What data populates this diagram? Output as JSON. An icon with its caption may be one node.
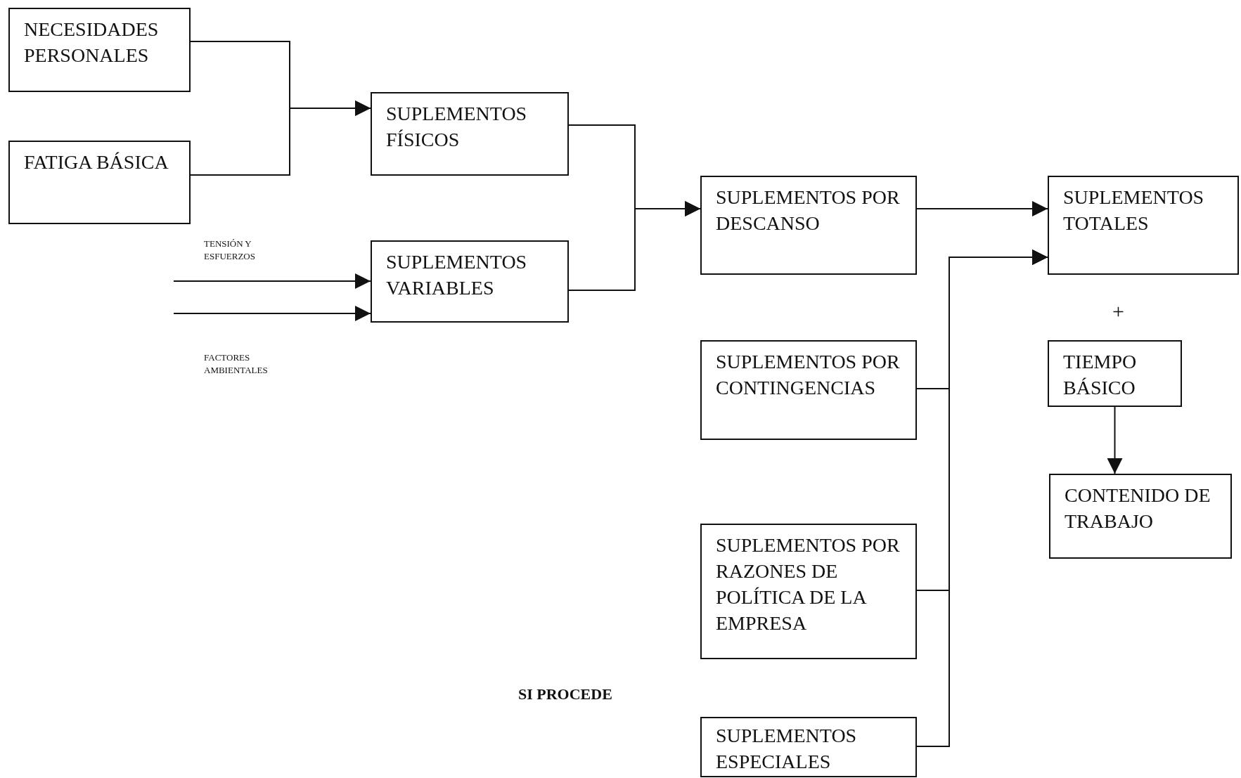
{
  "diagram": {
    "nodes": [
      {
        "text": [
          "NECESIDADES PERSONALES"
        ]
      },
      {
        "text": [
          "FATIGA BÁSICA"
        ]
      },
      {
        "text": [
          "SUPLEMENTOS FÍSICOS"
        ]
      },
      {
        "text": [
          "SUPLEMENTOS VARIABLES"
        ]
      },
      {
        "text": [
          "SUPLEMENTOS POR DESCANSO"
        ]
      },
      {
        "text": [
          "SUPLEMENTOS TOTALES"
        ]
      },
      {
        "text": [
          "TIEMPO BÁSICO"
        ]
      },
      {
        "text": [
          "CONTENIDO DE TRABAJO"
        ]
      },
      {
        "text": [
          "SUPLEMENTOS POR CONTINGENCIAS"
        ]
      },
      {
        "text": [
          "SUPLEMENTOS POR RAZONES DE POLÍTICA DE LA EMPRESA"
        ]
      },
      {
        "text": [
          "SUPLEMENTOS ESPECIALES"
        ]
      }
    ],
    "edges": [
      {
        "from": 0,
        "to": 2,
        "arrow": "to"
      },
      {
        "from": 1,
        "to": 2,
        "arrow": "to"
      },
      {
        "from": 2,
        "to": 4,
        "arrow": "to"
      },
      {
        "from": 3,
        "to": 4,
        "arrow": "to"
      },
      {
        "from": null,
        "to": 3,
        "arrow": "to",
        "label": "TENSIÓN Y ESFUERZOS"
      },
      {
        "from": null,
        "to": 3,
        "arrow": "to",
        "label": "FACTORES AMBIENTALES"
      },
      {
        "from": 4,
        "to": 5,
        "arrow": "to"
      },
      {
        "from": 8,
        "to": 5,
        "arrow": "to"
      },
      {
        "from": 9,
        "to": 5,
        "arrow": "to"
      },
      {
        "from": 10,
        "to": 5,
        "arrow": "to"
      },
      {
        "from": 6,
        "to": 7,
        "arrow": "to"
      }
    ],
    "labels": [
      "+",
      "SI PROCEDE"
    ]
  }
}
